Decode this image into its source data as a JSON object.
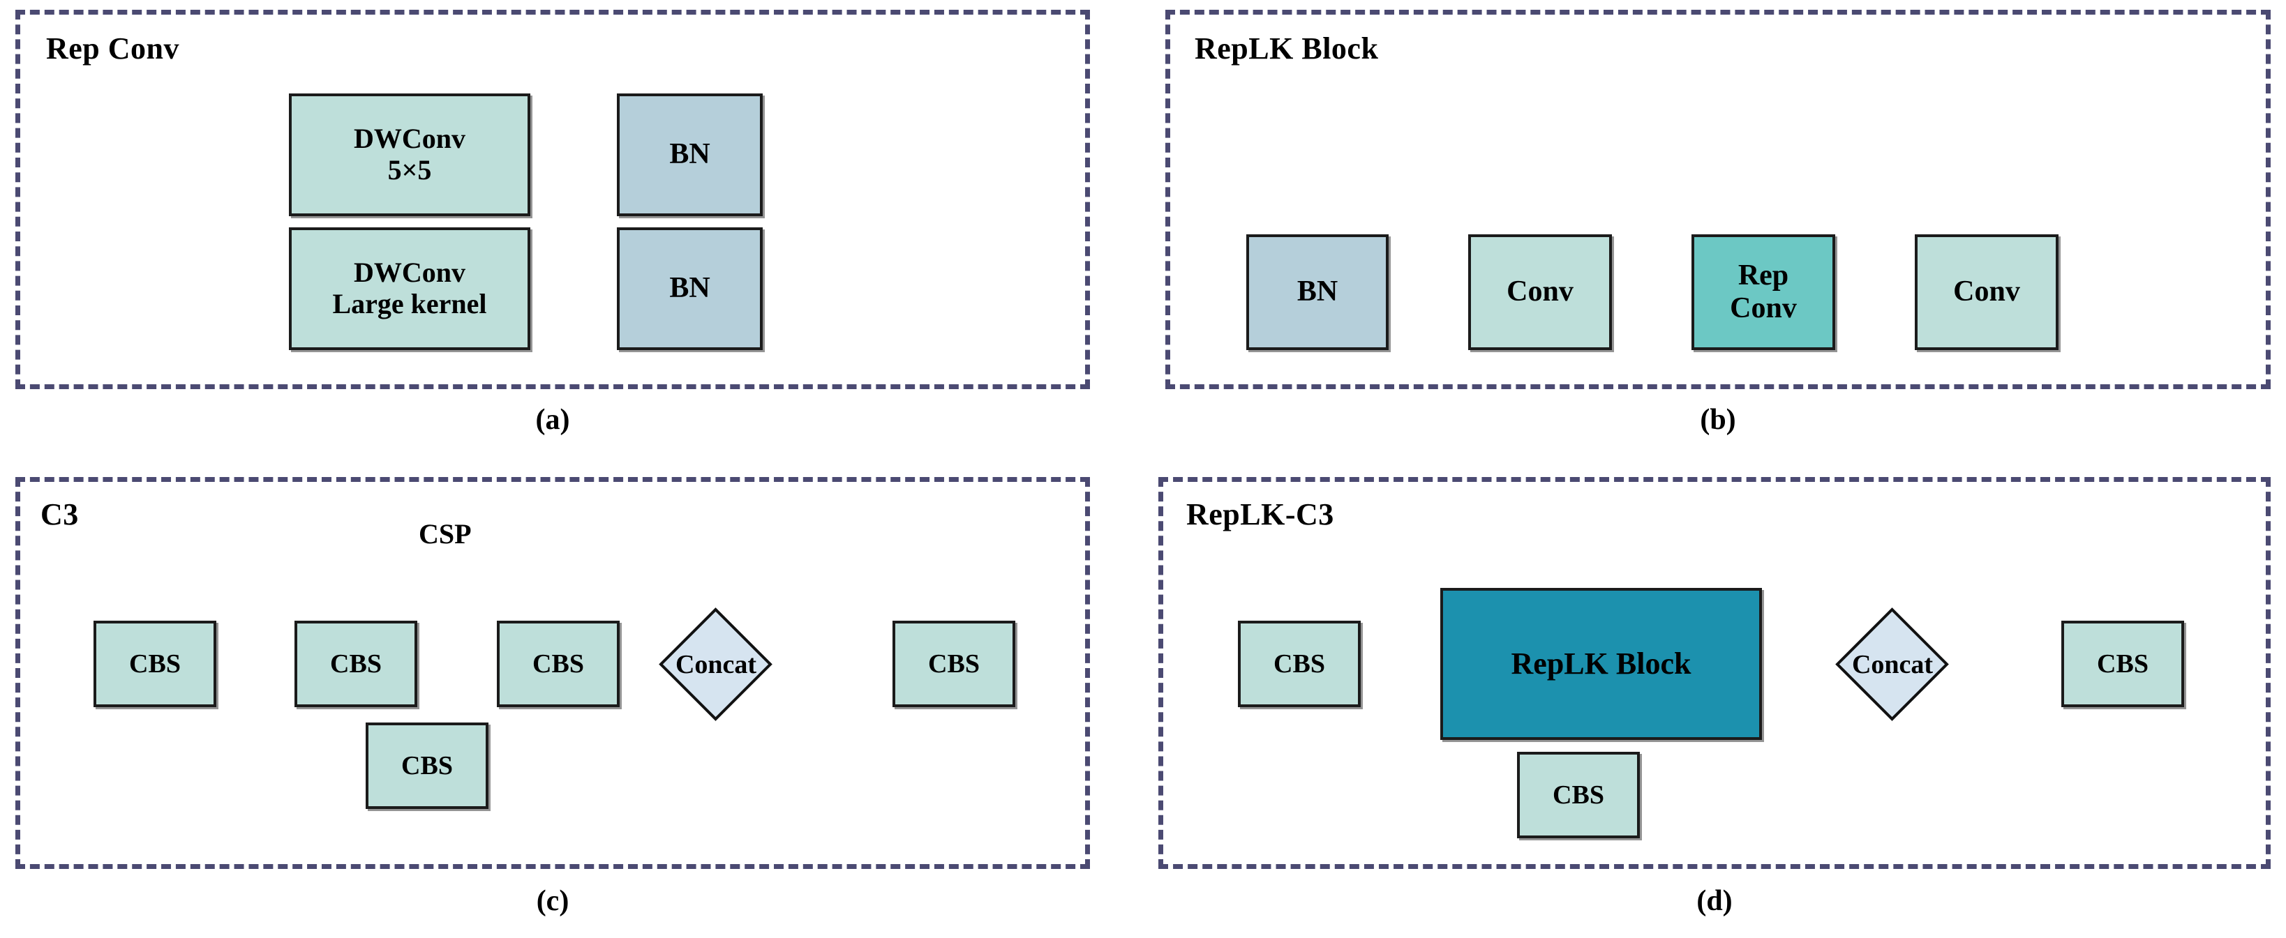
{
  "figure": {
    "background": "#ffffff",
    "dashed_border_color": "#4b4a72",
    "colors": {
      "mint": "#bedfda",
      "steel_blue": "#b5cfda",
      "teal": "#6cc8c4",
      "dark_teal": "#1c91ae",
      "concat_blue": "#d6e4f0",
      "stroke": "#1b1b1b"
    }
  },
  "panels": [
    {
      "id": "a",
      "title": "Rep Conv",
      "caption": "(a)",
      "nodes": [
        {
          "name": "dwconv5",
          "label": "DWConv",
          "sub": "5×5",
          "color": "#bedfda"
        },
        {
          "name": "dwconv-large",
          "label": "DWConv",
          "sub": "Large kernel",
          "color": "#bedfda"
        },
        {
          "name": "bn-top",
          "label": "BN",
          "sub": "",
          "color": "#b5cfda"
        },
        {
          "name": "bn-bottom",
          "label": "BN",
          "sub": "",
          "color": "#b5cfda"
        }
      ]
    },
    {
      "id": "b",
      "title": "RepLK Block",
      "caption": "(b)",
      "nodes": [
        {
          "name": "bn",
          "label": "BN",
          "sub": "",
          "color": "#b5cfda"
        },
        {
          "name": "conv-1",
          "label": "Conv",
          "sub": "",
          "color": "#bedfda"
        },
        {
          "name": "rep-conv",
          "label": "Rep",
          "sub": "Conv",
          "color": "#6cc8c4"
        },
        {
          "name": "conv-2",
          "label": "Conv",
          "sub": "",
          "color": "#bedfda"
        }
      ]
    },
    {
      "id": "c",
      "title": "C3",
      "caption": "(c)",
      "flow_label": "CSP",
      "nodes": [
        {
          "name": "cbs-1",
          "label": "CBS",
          "sub": "",
          "color": "#bedfda"
        },
        {
          "name": "cbs-2",
          "label": "CBS",
          "sub": "",
          "color": "#bedfda"
        },
        {
          "name": "cbs-3",
          "label": "CBS",
          "sub": "",
          "color": "#bedfda"
        },
        {
          "name": "cbs-branch",
          "label": "CBS",
          "sub": "",
          "color": "#bedfda"
        },
        {
          "name": "cbs-out",
          "label": "CBS",
          "sub": "",
          "color": "#bedfda"
        }
      ],
      "concat": {
        "label": "Concat",
        "color": "#d6e4f0"
      }
    },
    {
      "id": "d",
      "title": "RepLK-C3",
      "caption": "(d)",
      "nodes": [
        {
          "name": "cbs-1",
          "label": "CBS",
          "sub": "",
          "color": "#bedfda"
        },
        {
          "name": "replk-block",
          "label": "RepLK Block",
          "sub": "",
          "color": "#1c91ae"
        },
        {
          "name": "cbs-branch",
          "label": "CBS",
          "sub": "",
          "color": "#bedfda"
        },
        {
          "name": "cbs-out",
          "label": "CBS",
          "sub": "",
          "color": "#bedfda"
        }
      ],
      "concat": {
        "label": "Concat",
        "color": "#d6e4f0"
      }
    }
  ]
}
